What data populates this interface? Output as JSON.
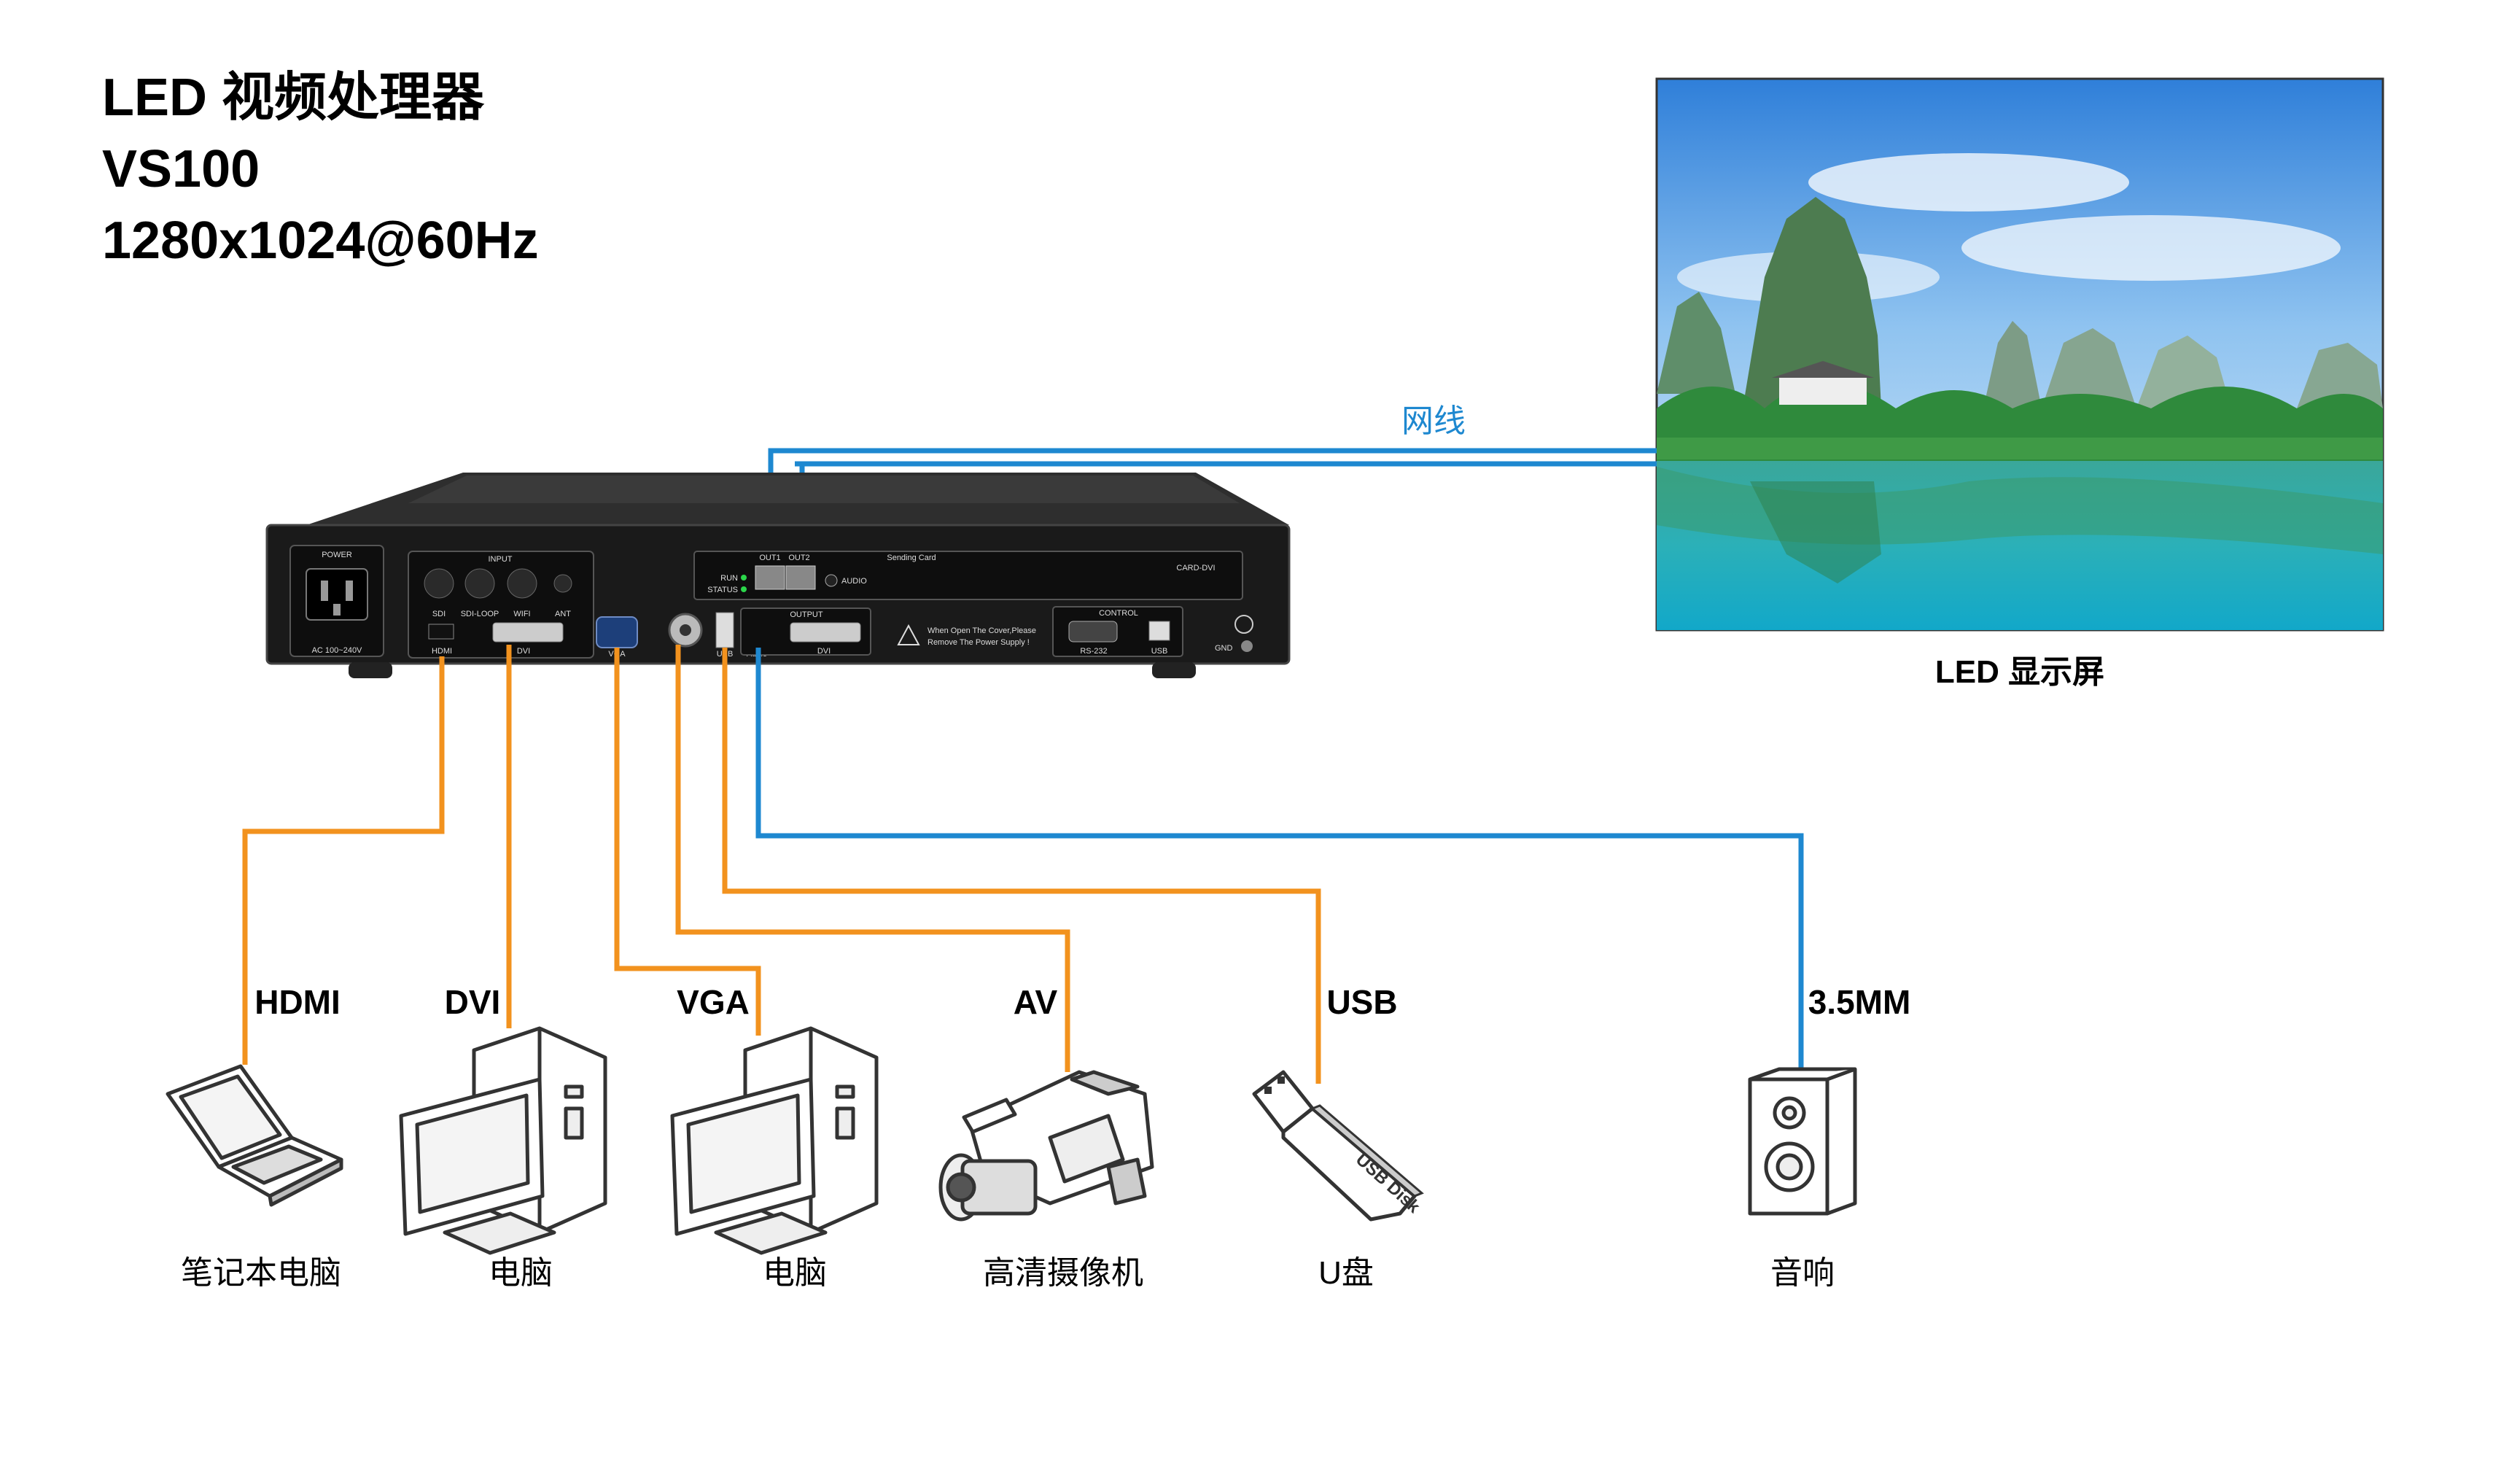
{
  "header": {
    "line1": "LED 视频处理器",
    "line2": "VS100",
    "line3": "1280x1024@60Hz"
  },
  "colors": {
    "input_cable": "#F2921E",
    "output_cable": "#1E88D0",
    "device_body": "#2b2b2b",
    "device_panel": "#111111"
  },
  "network": {
    "label": "网线"
  },
  "screen": {
    "label": "LED 显示屏"
  },
  "processor_panel": {
    "power": "POWER",
    "power_rating": "AC 100~240V",
    "input": "INPUT",
    "sdi": "SDI",
    "sdi_loop": "SDI-LOOP",
    "wifi": "WIFI",
    "ant": "ANT",
    "hdmi": "HDMI",
    "dvi_in": "DVI",
    "vga": "VGA",
    "usb": "USB",
    "audio_in": "Audio",
    "output": "OUTPUT",
    "dvi_out": "DVI",
    "sending_card": "Sending Card",
    "out1": "OUT1",
    "out2": "OUT2",
    "run": "RUN",
    "status": "STATUS",
    "audio": "AUDIO",
    "card_dvi": "CARD-DVI",
    "warning1": "When Open The Cover,Please",
    "warning2": "Remove The Power Supply !",
    "control": "CONTROL",
    "rs232": "RS-232",
    "usb_ctrl": "USB",
    "gnd": "GND"
  },
  "inputs": [
    {
      "port": "HDMI",
      "device": "笔记本电脑",
      "icon": "laptop-icon"
    },
    {
      "port": "DVI",
      "device": "电脑",
      "icon": "desktop-computer-icon"
    },
    {
      "port": "VGA",
      "device": "电脑",
      "icon": "desktop-computer-icon"
    },
    {
      "port": "AV",
      "device": "高清摄像机",
      "icon": "video-camera-icon"
    },
    {
      "port": "USB",
      "device": "U盘",
      "icon": "usb-disk-icon"
    },
    {
      "port": "3.5MM",
      "device": "音响",
      "icon": "speaker-icon"
    }
  ],
  "usb_disk_text": "USB Disk"
}
